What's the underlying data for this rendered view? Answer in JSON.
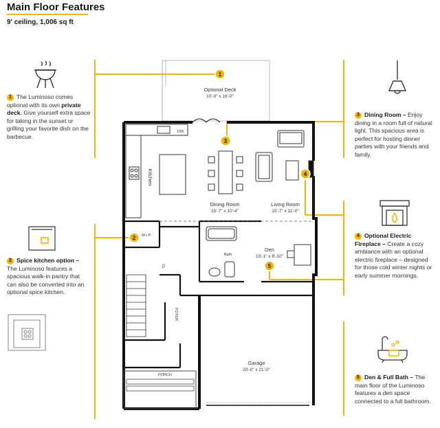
{
  "header": {
    "title": "Main Floor Features",
    "subtitle": "9' ceiling, 1,006 sq ft"
  },
  "features": [
    {
      "number": "1",
      "pre": "The Luminoso comes optional with its own ",
      "bold": "private deck",
      "post": ". Give yourself extra space for taking in the sunset or grilling your favorite dish on the barbecue.",
      "icon": "bbq-grill-icon"
    },
    {
      "number": "2",
      "bold": "Spice kitchen option – ",
      "post": "The Luminoso features a spacious walk-in pantry that can also be converted into an optional spice kitchen.",
      "icon": "spice-kitchen-icon"
    },
    {
      "number": "3",
      "bold": "Dining Room – ",
      "post": "Enjoy dining in a room full of natural light. This spacious area is perfect for hosting dinner parties with your friends and family.",
      "icon": "pendant-lamp-icon"
    },
    {
      "number": "4",
      "bold": "Optional Electric Fireplace – ",
      "post": "Create a cozy ambiance with an optional electric fireplace – designed for those cold winter nights or early summer mornings.",
      "icon": "fireplace-icon"
    },
    {
      "number": "5",
      "bold": "Den & Full Bath – ",
      "post": "The main floor of the Luminoso features a den space connected to a full bathroom.",
      "icon": "bathtub-icon"
    }
  ],
  "plan": {
    "deck": {
      "name": "Optional Deck",
      "dim": "10'-0\" x 16'-0\""
    },
    "dining": {
      "name": "Dining Room",
      "dim": "15'-7\" x 10'-4\""
    },
    "living": {
      "name": "Living Room",
      "dim": "15'-7\" x 11'-0\""
    },
    "kitchen": {
      "name": "Kitchen"
    },
    "den": {
      "name": "Den",
      "dim": "10'-1\" x 8'-10\""
    },
    "garage": {
      "name": "Garage",
      "dim": "20'-0\" x 21'-0\""
    },
    "wip": "W.I.P.",
    "bath": "Bath",
    "foyer": "FOYER",
    "porch": "PORCH",
    "dw": "DW",
    "cl": "CL"
  },
  "colors": {
    "accent": "#f2b705",
    "wall": "#111111",
    "text": "#333333"
  }
}
